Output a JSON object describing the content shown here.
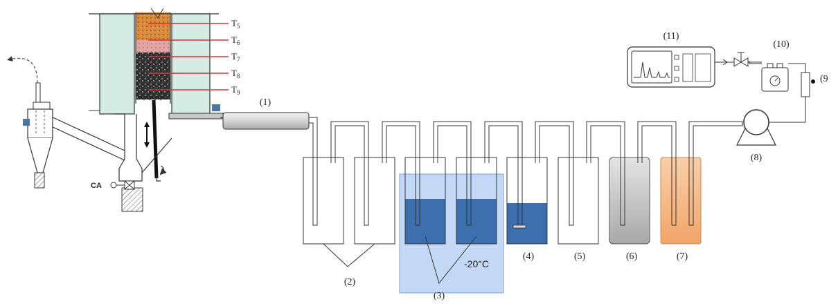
{
  "labels": {
    "n1": "(1)",
    "n2": "(2)",
    "n3": "(3)",
    "n4": "(4)",
    "n5": "(5)",
    "n6": "(6)",
    "n7": "(7)",
    "n8": "(8)",
    "n9": "(9",
    "n10": "(10)",
    "n11": "(11)",
    "temp": "-20°C",
    "ca": "CA"
  },
  "thermocouples": {
    "t5": "T5",
    "t6": "T6",
    "t7": "T7",
    "t8": "T8",
    "t9": "T9"
  },
  "colors": {
    "line": "#333333",
    "thermo_red": "#e03030",
    "reactor_fill": "#d4ece4",
    "ice_bath": "#a9c8f0",
    "liquid": "#3d6fae",
    "bottle6": "#c8c8c8",
    "bottle7": "#f4b27c",
    "bed_orange": "#d98a3c",
    "bed_pink": "#e2a5a5",
    "bed_dark": "#2e2e2e",
    "valve_blue": "#4a76a8"
  }
}
